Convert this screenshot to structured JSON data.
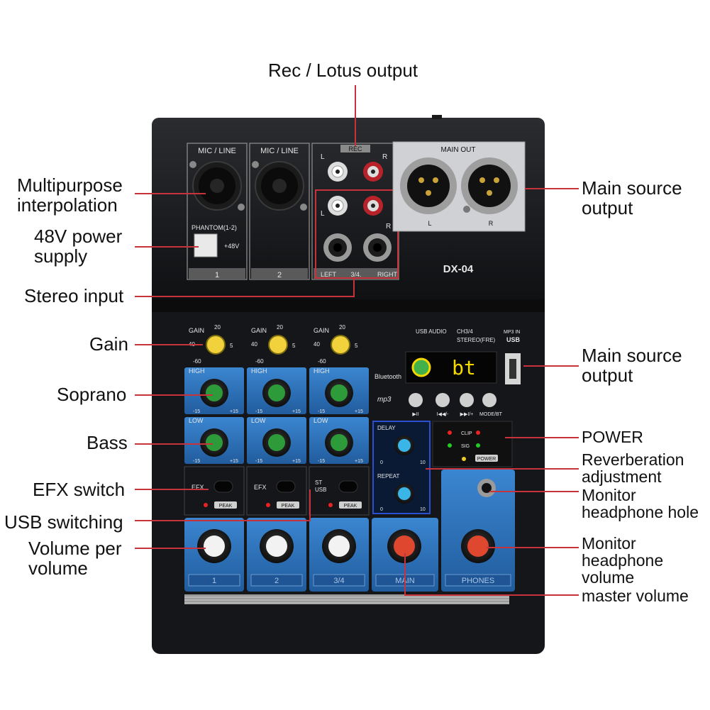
{
  "callouts": {
    "rec_lotus_output": "Rec / Lotus output",
    "multipurpose_1": "Multipurpose",
    "multipurpose_2": "interpolation",
    "power48_1": "48V power",
    "power48_2": "supply",
    "stereo_input": "Stereo input",
    "gain": "Gain",
    "soprano": "Soprano",
    "bass": "Bass",
    "efx_switch": "EFX switch",
    "usb_switching": "USB switching",
    "volume_per_1": "Volume per",
    "volume_per_2": "volume",
    "main_source_top_1": "Main source",
    "main_source_top_2": "output",
    "main_source_mid_1": "Main source",
    "main_source_mid_2": "output",
    "power": "POWER",
    "reverb_1": "Reverberation",
    "reverb_2": "adjustment",
    "monitor_hole_1": "Monitor",
    "monitor_hole_2": "headphone hole",
    "monitor_vol_1": "Monitor",
    "monitor_vol_2": "headphone",
    "monitor_vol_3": "volume",
    "master_volume": "master volume"
  },
  "panel": {
    "mic_line": "MIC / LINE",
    "phantom": "PHANTOM(1-2)",
    "plus48v": "+48V",
    "ch1": "1",
    "ch2": "2",
    "rec": "REC",
    "left": "LEFT",
    "ch34_in": "3/4.",
    "right": "RIGHT",
    "L": "L",
    "R": "R",
    "main_out": "MAIN OUT",
    "model": "DX-04",
    "gain": "GAIN",
    "high": "HIGH",
    "low": "LOW",
    "efx": "EFX",
    "st": "ST",
    "usb": "USB",
    "peak": "PEAK",
    "usb_audio": "USB AUDIO",
    "ch34_route": "CH3/4",
    "stereo_fre": "STEREO(FRE)",
    "mp3_in": "MP3 IN",
    "usb_logo": "USB",
    "bluetooth": "Bluetooth",
    "mp3": "mp3",
    "display": "bt",
    "btn_play": "▶II",
    "btn_prev": "I◀◀/-",
    "btn_next": "▶▶I/+",
    "btn_mode": "MODE/BT",
    "delay": "DELAY",
    "repeat": "REPEAT",
    "clip": "CLIP",
    "sig": "SIG",
    "power": "POWER",
    "fader_1": "1",
    "fader_2": "2",
    "fader_34": "3/4",
    "fader_main": "MAIN",
    "fader_phones": "PHONES",
    "t20": "20",
    "t40": "40",
    "t60": "-60",
    "t5": "5",
    "t0": "0",
    "t10": "10",
    "tm15": "-15",
    "tp15": "+15"
  },
  "colors": {
    "callout_line": "#c8323a",
    "panel_blue": "#2f6fb8",
    "knob_green": "#2e9b3a",
    "knob_yellow": "#f2d23c",
    "knob_white": "#f2f2f2",
    "knob_red": "#e0472f",
    "display_yellow": "#f5d800"
  }
}
